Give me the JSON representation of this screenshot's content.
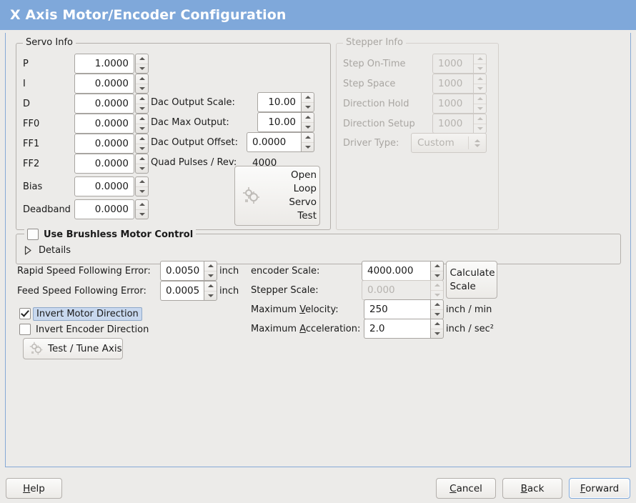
{
  "window": {
    "title": "X Axis Motor/Encoder Configuration",
    "header_color": "#7fa8da",
    "background_color": "#ecebe9"
  },
  "servo_info": {
    "group_title": "Servo Info",
    "fields": [
      {
        "label": "P",
        "value": "1.0000"
      },
      {
        "label": "I",
        "value": "0.0000"
      },
      {
        "label": "D",
        "value": "0.0000"
      },
      {
        "label": "FF0",
        "value": "0.0000"
      },
      {
        "label": "FF1",
        "value": "0.0000"
      },
      {
        "label": "FF2",
        "value": "0.0000"
      },
      {
        "label": "Bias",
        "value": "0.0000"
      },
      {
        "label": "Deadband",
        "value": "0.0000"
      }
    ],
    "dac_output_scale": {
      "label": "Dac Output Scale:",
      "value": "10.00"
    },
    "dac_max_output": {
      "label": "Dac Max Output:",
      "value": "10.00"
    },
    "dac_output_offset": {
      "label": "Dac Output Offset:",
      "value": "0.0000"
    },
    "quad_pulses_rev": {
      "label": "Quad Pulses / Rev:",
      "value": "4000"
    },
    "open_loop_test": {
      "line1": "Open",
      "line2": "Loop",
      "line3": "Servo",
      "line4": "Test",
      "icon": "gears-icon"
    }
  },
  "stepper_info": {
    "group_title": "Stepper Info",
    "enabled": false,
    "fields": [
      {
        "label": "Step On-Time",
        "value": "1000"
      },
      {
        "label": "Step Space",
        "value": "1000"
      },
      {
        "label": "Direction Hold",
        "value": "1000"
      },
      {
        "label": "Direction Setup",
        "value": "1000"
      }
    ],
    "driver_type": {
      "label": "Driver Type:",
      "value": "Custom"
    }
  },
  "brushless": {
    "checkbox_label": "Use Brushless Motor Control",
    "checked": false,
    "details_label": "Details",
    "details_expanded": false
  },
  "tuning": {
    "rapid_following_error": {
      "label": "Rapid Speed Following Error:",
      "value": "0.0050",
      "unit": "inch"
    },
    "feed_following_error": {
      "label": "Feed Speed Following Error:",
      "value": "0.0005",
      "unit": "inch"
    },
    "invert_motor": {
      "label": "Invert Motor Direction",
      "checked": true,
      "focused": true
    },
    "invert_encoder": {
      "label": "Invert Encoder Direction",
      "checked": false,
      "focused": false
    },
    "test_tune_button": {
      "label": "Test / Tune Axis",
      "icon": "gears-icon"
    }
  },
  "scales": {
    "encoder_scale": {
      "label": "encoder Scale:",
      "value": "4000.000",
      "enabled": true
    },
    "stepper_scale": {
      "label": "Stepper Scale:",
      "value": "0.000",
      "enabled": false
    },
    "max_velocity": {
      "label_pre": "Maximum ",
      "mnemonic": "V",
      "label_post": "elocity:",
      "value": "250",
      "unit": "inch / min"
    },
    "max_accel": {
      "label_pre": "Maximum ",
      "mnemonic": "A",
      "label_post": "cceleration:",
      "value": "2.0",
      "unit": "inch / sec²"
    },
    "calculate_button": {
      "line1": "Calculate",
      "line2": "Scale"
    }
  },
  "footer": {
    "help": {
      "mnemonic": "H",
      "rest": "elp"
    },
    "cancel": {
      "mnemonic": "C",
      "rest": "ancel"
    },
    "back": {
      "mnemonic": "B",
      "rest": "ack"
    },
    "forward": {
      "mnemonic": "F",
      "rest": "orward",
      "focused": true
    }
  }
}
